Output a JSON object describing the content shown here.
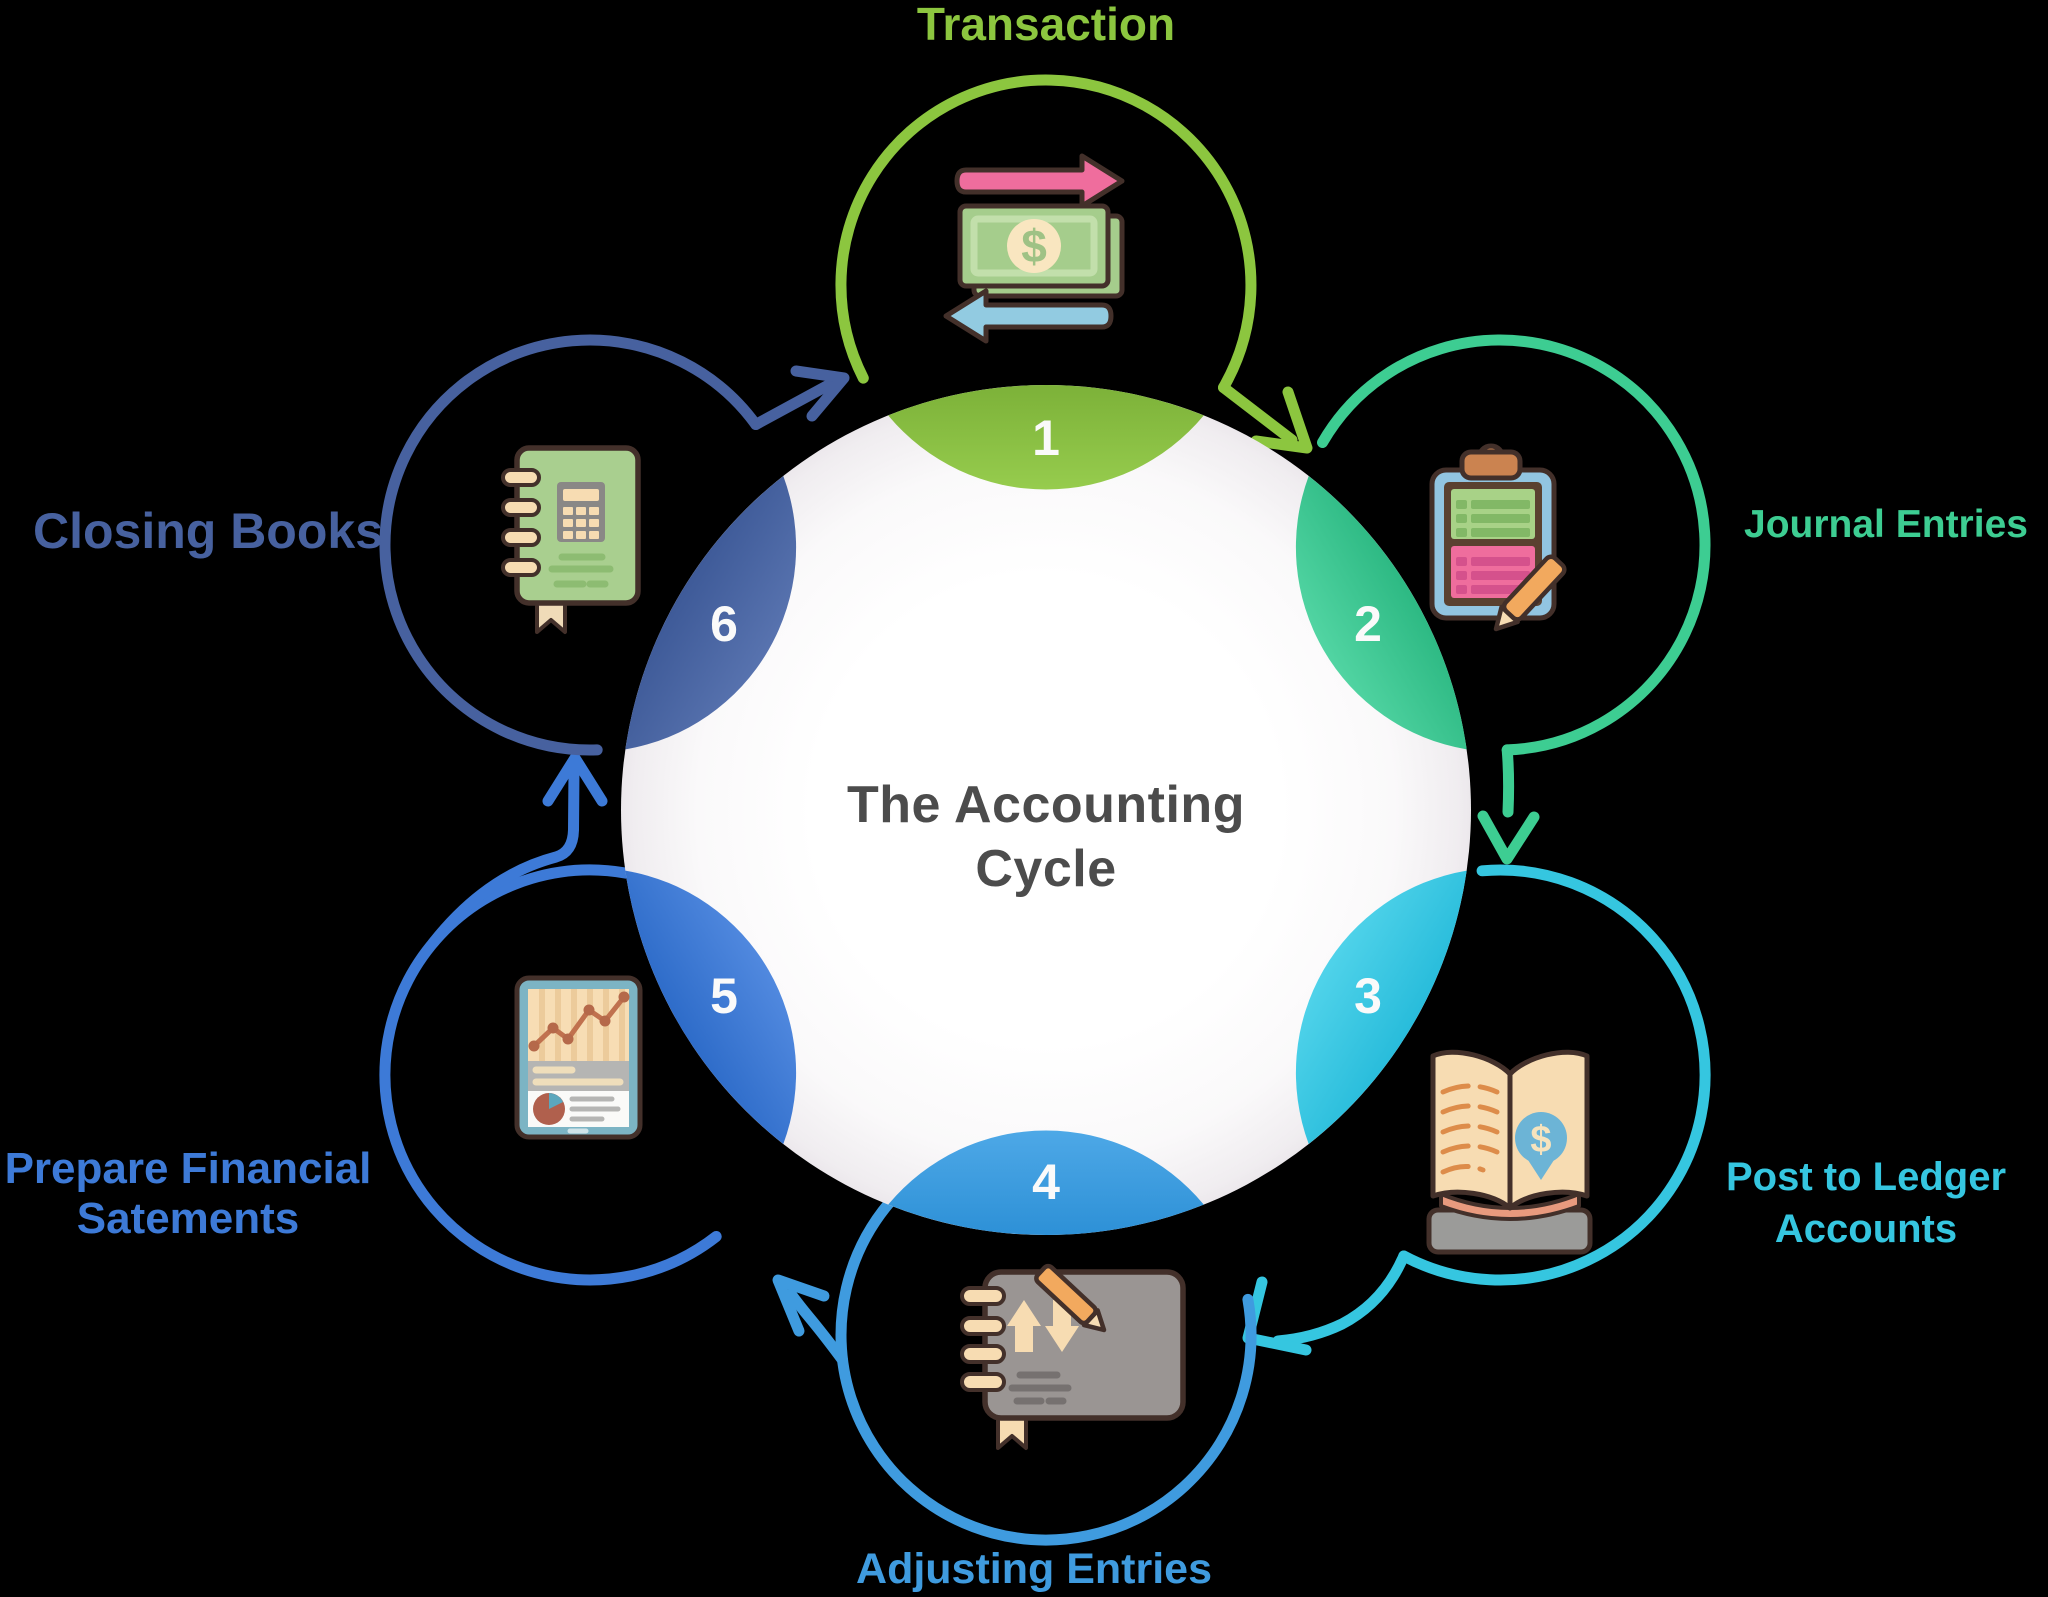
{
  "background_color": "#000000",
  "title": {
    "lines": [
      "The Accounting",
      "Cycle"
    ],
    "color": "#4C4C4C"
  },
  "glyphs": {
    "dollar": "$"
  },
  "steps": [
    {
      "number": "1",
      "label": "Transaction",
      "label_lines": [
        "Transaction"
      ],
      "color": "#8CC63F",
      "icon": "money-transfer-icon"
    },
    {
      "number": "2",
      "label": "Journal Entries",
      "label_lines": [
        "Journal Entries"
      ],
      "color": "#3DCD92",
      "icon": "journal-clipboard-icon"
    },
    {
      "number": "3",
      "label": "Post to Ledger Accounts",
      "label_lines": [
        "Post to Ledger",
        "Accounts"
      ],
      "color": "#35C6E0",
      "icon": "ledger-book-icon"
    },
    {
      "number": "4",
      "label": "Adjusting Entries",
      "label_lines": [
        "Adjusting Entries"
      ],
      "color": "#3F9BDF",
      "icon": "adjusting-notebook-icon"
    },
    {
      "number": "5",
      "label": "Prepare Financial Satements",
      "label_lines": [
        "Prepare Financial",
        "Satements"
      ],
      "color": "#3D7AD7",
      "icon": "financial-report-tablet-icon"
    },
    {
      "number": "6",
      "label": "Closing Books",
      "label_lines": [
        "Closing Books"
      ],
      "color": "#47619F",
      "icon": "closing-book-icon"
    }
  ]
}
